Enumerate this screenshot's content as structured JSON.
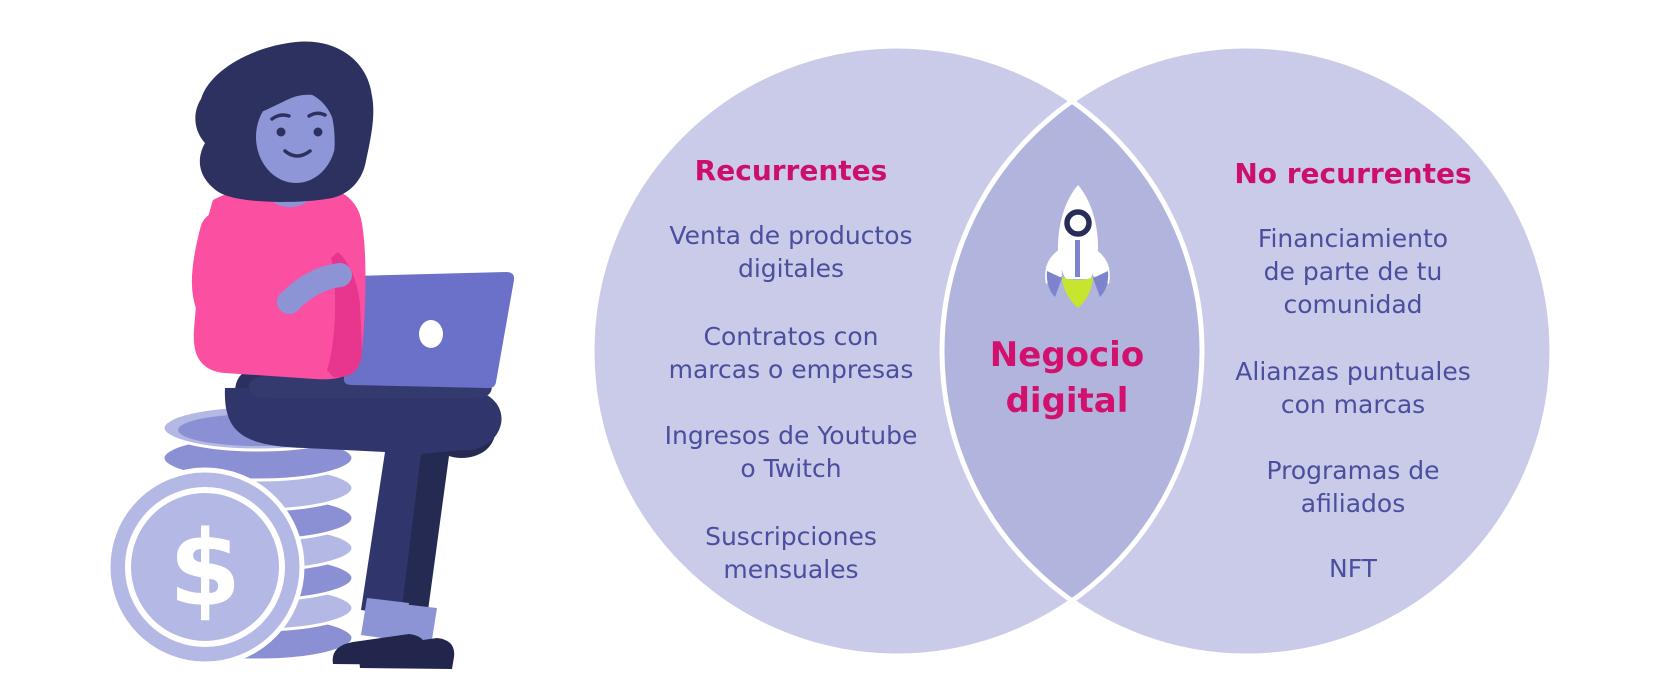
{
  "diagram": {
    "type": "venn",
    "center_label": {
      "lines": [
        "Negocio",
        "digital"
      ]
    },
    "left_circle": {
      "title": "Recurrentes",
      "items": [
        {
          "lines": [
            "Venta de productos",
            "digitales"
          ]
        },
        {
          "lines": [
            "Contratos con",
            "marcas o empresas"
          ]
        },
        {
          "lines": [
            "Ingresos de Youtube",
            "o Twitch"
          ]
        },
        {
          "lines": [
            "Suscripciones",
            "mensuales"
          ]
        }
      ]
    },
    "right_circle": {
      "title": "No recurrentes",
      "items": [
        {
          "lines": [
            "Financiamiento",
            "de parte de tu",
            "comunidad"
          ]
        },
        {
          "lines": [
            "Alianzas puntuales",
            "con marcas"
          ]
        },
        {
          "lines": [
            "Programas de",
            "afiliados"
          ]
        },
        {
          "lines": [
            "NFT"
          ]
        }
      ]
    }
  },
  "illustration": {
    "coin_symbol": "$"
  },
  "colors": {
    "title_magenta": "#cb0f6b",
    "item_blue": "#494f9e",
    "circle_fill": "#c9cbe8",
    "overlap_fill": "#b1b4dc",
    "flame_lime": "#c5e52e",
    "laptop_purple": "#6b70c8",
    "sweater_pink": "#fb4fa1",
    "coin_light": "#b4b8e4",
    "coin_medium": "#8a90d3",
    "navy": "#2d3160"
  }
}
